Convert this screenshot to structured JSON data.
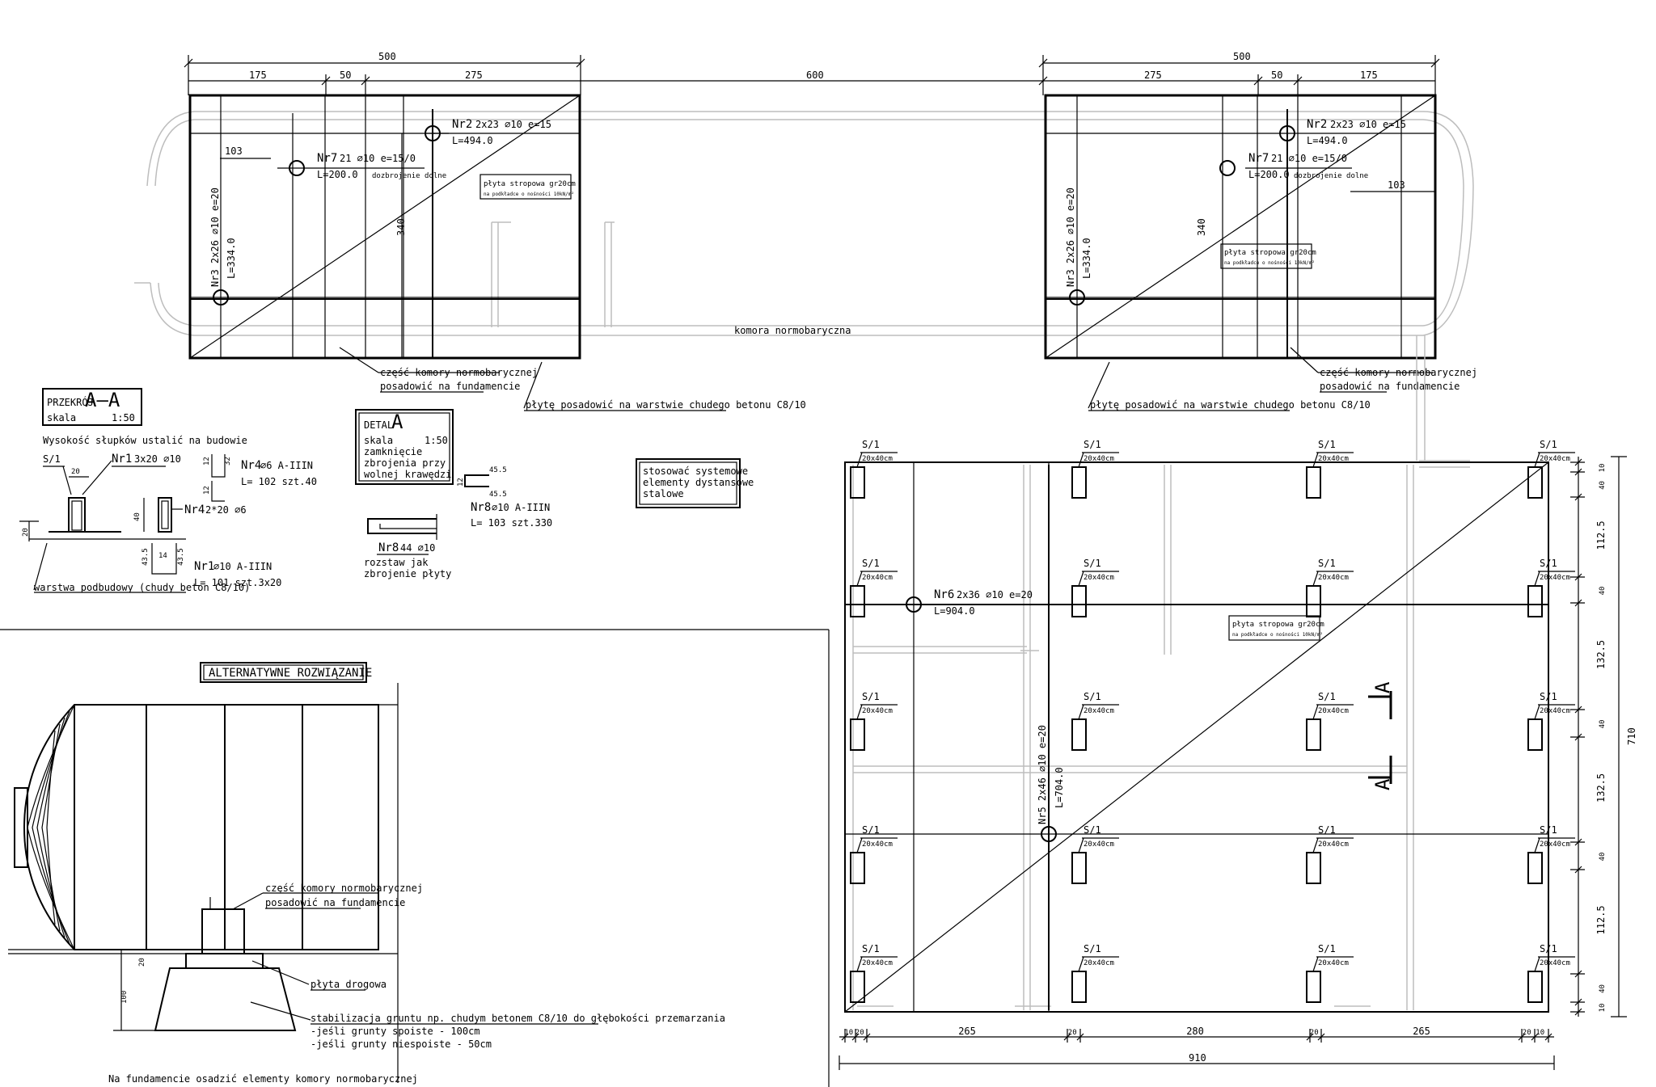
{
  "top_dims": {
    "left_total": "500",
    "left_a": "175",
    "left_b": "50",
    "left_c": "275",
    "gap": "600",
    "right_total": "500",
    "right_a": "275",
    "right_b": "50",
    "right_c": "175"
  },
  "left_slab": {
    "nr2_label": "Nr2",
    "nr2_spec": "2x23 ∅10  e=15",
    "nr2_len": "L=494.0",
    "nr7_label": "Nr7",
    "nr7_spec": "21 ∅10  e=15/0",
    "nr7_len": "L=200.0",
    "nr7_note": "dozbrojenie dolne",
    "nr3_spec": "Nr3  2x26 ∅10  e=20",
    "nr3_len": "L=334.0",
    "dim_103": "103",
    "dim_340": "340",
    "slab_title": "płyta stropowa gr20cm",
    "slab_sub": "na podkładce o nośności 10kN/m²"
  },
  "right_slab": {
    "nr2_label": "Nr2",
    "nr2_spec": "2x23 ∅10  e=15",
    "nr2_len": "L=494.0",
    "nr7_label": "Nr7",
    "nr7_spec": "21 ∅10  e=15/0",
    "nr7_len": "L=200.0",
    "nr7_note": "dozbrojenie dolne",
    "nr3_spec": "Nr3  2x26 ∅10  e=20",
    "nr3_len": "L=334.0",
    "dim_103": "103",
    "dim_340": "340",
    "slab_title": "płyta stropowa gr20cm",
    "slab_sub": "na podkładce o nośności 10kN/m²"
  },
  "komora_label": "komora normobaryczna",
  "left_callouts": {
    "part1": "część komory normobarycznej",
    "part2": "posadowić na fundamencie",
    "lean": "płytę posadowić na warstwie chudego betonu C8/10"
  },
  "right_callouts": {
    "lean": "płytę posadowić na warstwie chudego betonu C8/10",
    "part1": "część komory normobarycznej",
    "part2": "posadowić na fundamencie"
  },
  "section_box": {
    "title": "PRZEKRÓJ",
    "letters": "A–A",
    "scale_label": "skala",
    "scale_value": "1:50"
  },
  "post_note": "Wysokość słupków ustalić na budowie",
  "section_detail": {
    "s1": "S/1",
    "d20": "20",
    "nr1": "Nr1",
    "nr1_spec": "3x20 ∅10",
    "d20v": "20",
    "bottom_note": "warstwa podbudowy (chudy beton C8/10)"
  },
  "nr4_detail": {
    "nr4": "Nr4",
    "nr4_spec": "∅6  A-IIIN",
    "nr4_len": "L= 102  szt.40",
    "nr4b": "Nr4",
    "nr4b_spec": "2*20 ∅6",
    "d40": "40",
    "d12a": "12",
    "d12b": "12",
    "d32": "32",
    "d43a": "43.5",
    "d43b": "43.5",
    "d14": "14",
    "nr1": "Nr1",
    "nr1_spec": "∅10  A-IIIN",
    "nr1_len": "L= 101  szt.3x20"
  },
  "detail_box": {
    "title": "DETAL",
    "letter": "A",
    "scale_label": "skala",
    "scale_value": "1:50",
    "desc1": "zamknięcie",
    "desc2": "zbrojenia przy",
    "desc3": "wolnej krawędzi"
  },
  "nr8_detail": {
    "d455a": "45.5",
    "d455b": "45.5",
    "d12": "12",
    "nr8": "Nr8",
    "nr8_spec": "∅10  A-IIIN",
    "nr8_len": "L= 103  szt.330",
    "nr8b": "Nr8",
    "nr8b_spec": "44 ∅10",
    "spacing1": "rozstaw jak",
    "spacing2": "zbrojenie płyty"
  },
  "spacer_note": {
    "l1": "stosować systemowe",
    "l2": "elementy dystansowe",
    "l3": "stalowe"
  },
  "alt": {
    "title": "ALTERNATYWNE ROZWIĄZANIE",
    "part1": "część komory normobarycznej",
    "part2": "posadowić na fundamencie",
    "road": "płyta drogowa",
    "stab": "stabilizacja gruntu np. chudym betonem C8/10 do głębokości przemarzania",
    "cohesive": "-jeśli grunty spoiste - 100cm",
    "noncohesive": "-jeśli grunty niespoiste - 50cm",
    "d20": "20",
    "d100": "100",
    "footer": "Na fundamencie osadzić elementy komory normobarycznej"
  },
  "plan": {
    "post_label": "S/1",
    "post_size": "20x40cm",
    "nr6_label": "Nr6",
    "nr6_spec": "2x36 ∅10  e=20",
    "nr6_len": "L=904.0",
    "nr5_spec": "Nr5  2x46 ∅10  e=20",
    "nr5_len": "L=704.0",
    "slab_title": "płyta stropowa gr20cm",
    "slab_sub": "na podkładce o nośności 10kN/m²",
    "section_mark": "A",
    "bottom_dims": [
      "10",
      "20",
      "265",
      "20",
      "280",
      "20",
      "265",
      "20",
      "10"
    ],
    "total_width": "910",
    "right_dims": [
      "10",
      "40",
      "112.5",
      "40",
      "132.5",
      "40",
      "132.5",
      "40",
      "112.5",
      "40",
      "10"
    ],
    "total_height": "710"
  }
}
